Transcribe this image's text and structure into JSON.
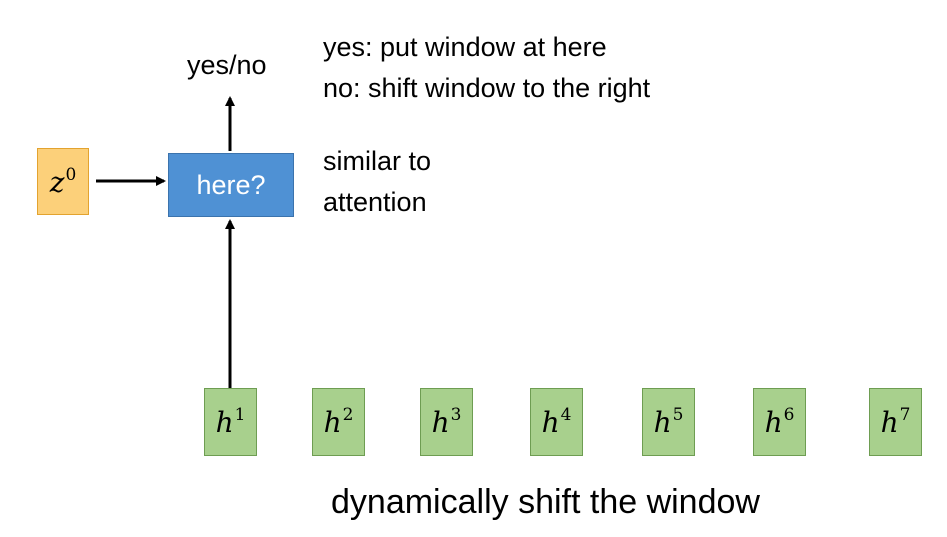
{
  "decision_label": "yes/no",
  "rules": {
    "yes": "yes: put window at here",
    "no": "no: shift window to the right"
  },
  "note": {
    "line1": "similar to",
    "line2": "attention"
  },
  "query": {
    "base": "z",
    "sup": "0"
  },
  "here_box": "here?",
  "hidden_states": [
    {
      "base": "h",
      "sup": "1"
    },
    {
      "base": "h",
      "sup": "2"
    },
    {
      "base": "h",
      "sup": "3"
    },
    {
      "base": "h",
      "sup": "4"
    },
    {
      "base": "h",
      "sup": "5"
    },
    {
      "base": "h",
      "sup": "6"
    },
    {
      "base": "h",
      "sup": "7"
    }
  ],
  "caption": "dynamically shift the window",
  "colors": {
    "query_box": "#fcd07a",
    "here_box": "#4f91d4",
    "hidden_box": "#a8d08d"
  }
}
